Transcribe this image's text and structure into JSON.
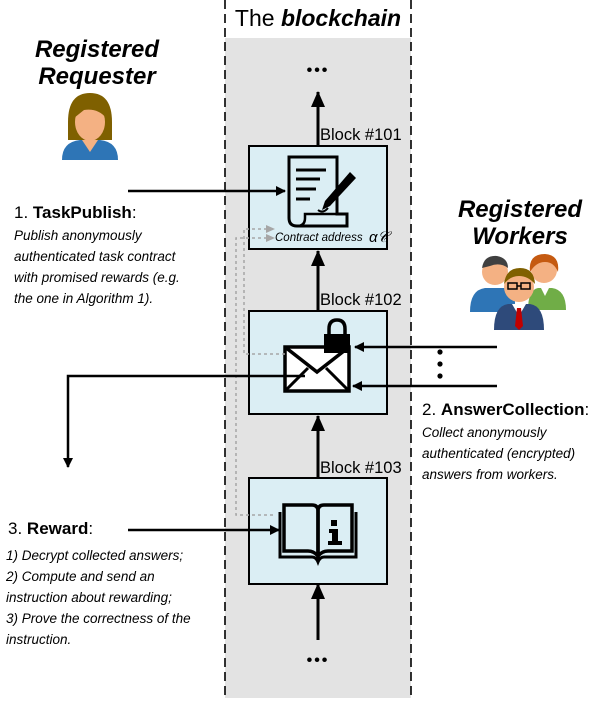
{
  "chain": {
    "title_prefix": "The",
    "title_emph": "blockchain",
    "top_dots": "•••",
    "bottom_dots": "•••"
  },
  "blocks": [
    {
      "label": "Block #101",
      "icon": "contract-document-icon",
      "caption": "Contract address",
      "symbol": "α𝒞"
    },
    {
      "label": "Block #102",
      "icon": "locked-envelope-icon"
    },
    {
      "label": "Block #103",
      "icon": "info-book-icon"
    }
  ],
  "requester": {
    "title_line1": "Registered",
    "title_line2": "Requester",
    "icon": "female-user-icon"
  },
  "workers": {
    "title_line1": "Registered",
    "title_line2": "Workers",
    "icon": "user-group-icon",
    "dots": "•\n•\n•"
  },
  "steps": {
    "task_publish": {
      "number": "1.",
      "name": "TaskPublish",
      "suffix": ":",
      "desc": [
        "Publish anonymously",
        "authenticated task contract",
        "with promised rewards (e.g.",
        "the one in Algorithm 1)."
      ]
    },
    "answer_collection": {
      "number": "2.",
      "name": "AnswerCollection",
      "suffix": ":",
      "desc": [
        "Collect anonymously",
        "authenticated (encrypted)",
        "answers from workers."
      ]
    },
    "reward": {
      "number": "3.",
      "name": "Reward",
      "suffix": ":",
      "desc": [
        "1) Decrypt collected answers;",
        "2) Compute and send an",
        "instruction about rewarding;",
        "3) Prove the correctness of the",
        "instruction."
      ]
    }
  },
  "colors": {
    "chain_bg": "#e3e3e3",
    "block_fill": "#dbeef4",
    "stroke": "#000000",
    "dotted": "#a6a6a6",
    "skin": "#f4b183",
    "blue": "#2e75b6",
    "hair": "#7f6000"
  }
}
